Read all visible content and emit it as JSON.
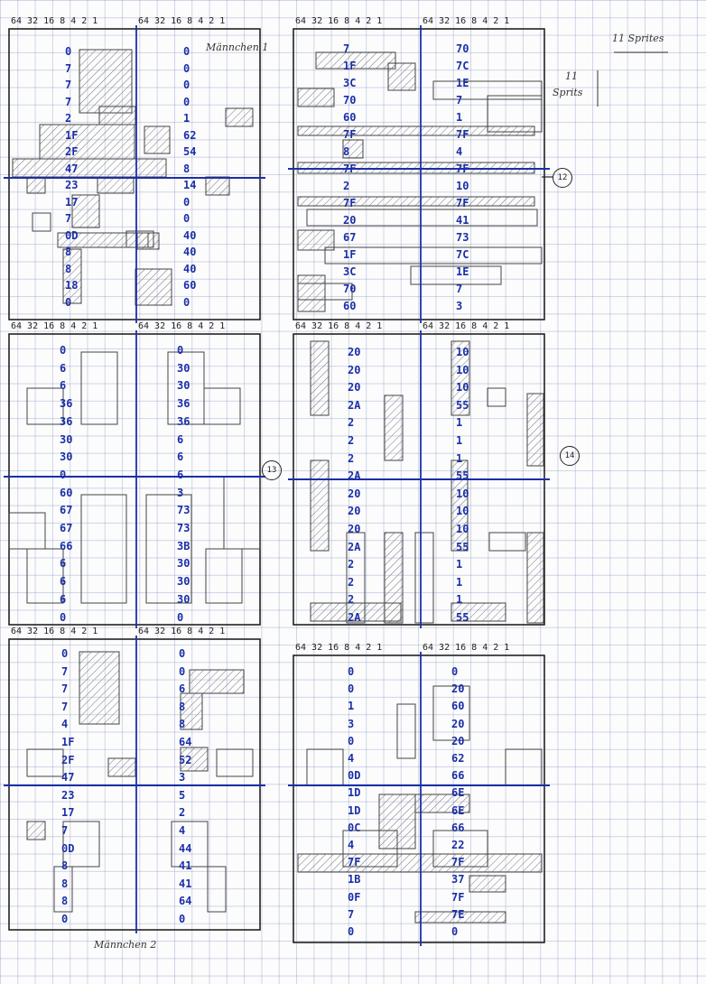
{
  "header_bits": "64 32 16 8 4 2 1",
  "annotations": {
    "sprites_w": "11 Sprites",
    "sprites_h": "11",
    "sprites_h2": "Sprits",
    "manual1": "Männchen 1",
    "manual2": "Männchen 2"
  },
  "figure_ids": [
    "12",
    "13",
    "14"
  ],
  "panels": [
    {
      "id": "p1",
      "left": [
        "0",
        "7",
        "7",
        "7",
        "2",
        "1F",
        "2F",
        "47",
        "23",
        "17",
        "7",
        "0D",
        "8",
        "8",
        "18",
        "0"
      ],
      "right": [
        "0",
        "0",
        "0",
        "0",
        "1",
        "62",
        "54",
        "8",
        "14",
        "0",
        "0",
        "40",
        "40",
        "40",
        "60",
        "0"
      ]
    },
    {
      "id": "p2",
      "left": [
        "7",
        "1F",
        "3C",
        "70",
        "60",
        "7F",
        "8",
        "7F",
        "2",
        "7F",
        "20",
        "67",
        "1F",
        "3C",
        "70",
        "60"
      ],
      "right": [
        "70",
        "7C",
        "1E",
        "7",
        "1",
        "7F",
        "4",
        "7F",
        "10",
        "7F",
        "41",
        "73",
        "7C",
        "1E",
        "7",
        "3"
      ]
    },
    {
      "id": "p3",
      "left": [
        "0",
        "6",
        "6",
        "36",
        "36",
        "30",
        "30",
        "0",
        "60",
        "67",
        "67",
        "66",
        "6",
        "6",
        "6",
        "0"
      ],
      "right": [
        "0",
        "30",
        "30",
        "36",
        "36",
        "6",
        "6",
        "6",
        "3",
        "73",
        "73",
        "3B",
        "30",
        "30",
        "30",
        "0"
      ]
    },
    {
      "id": "p4",
      "left": [
        "20",
        "20",
        "20",
        "2A",
        "2",
        "2",
        "2",
        "2A",
        "20",
        "20",
        "20",
        "2A",
        "2",
        "2",
        "2",
        "2A"
      ],
      "right": [
        "10",
        "10",
        "10",
        "55",
        "1",
        "1",
        "1",
        "55",
        "10",
        "10",
        "10",
        "55",
        "1",
        "1",
        "1",
        "55"
      ]
    },
    {
      "id": "p5",
      "left": [
        "0",
        "7",
        "7",
        "7",
        "4",
        "1F",
        "2F",
        "47",
        "23",
        "17",
        "7",
        "0D",
        "8",
        "8",
        "8",
        "0"
      ],
      "right": [
        "0",
        "0",
        "6",
        "8",
        "8",
        "64",
        "52",
        "3",
        "5",
        "2",
        "4",
        "44",
        "41",
        "41",
        "64",
        "0"
      ]
    },
    {
      "id": "p6",
      "left": [
        "0",
        "0",
        "1",
        "3",
        "0",
        "4",
        "0D",
        "1D",
        "1D",
        "0C",
        "4",
        "7F",
        "1B",
        "0F",
        "7",
        "0"
      ],
      "right": [
        "0",
        "20",
        "60",
        "20",
        "20",
        "62",
        "66",
        "6E",
        "6E",
        "66",
        "22",
        "7F",
        "37",
        "7F",
        "7E",
        "0"
      ]
    }
  ]
}
